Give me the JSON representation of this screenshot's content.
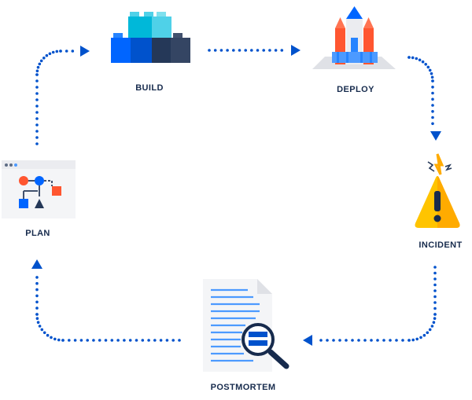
{
  "stages": {
    "build": "BUILD",
    "deploy": "DEPLOY",
    "incident": "INCIDENT",
    "postmortem": "POSTMORTEM",
    "plan": "PLAN"
  },
  "colors": {
    "arrow": "#0052cc",
    "label": "#172b4d",
    "warning": "#ffab00",
    "build_blue": "#0052cc",
    "build_teal": "#00b8d9",
    "build_navy": "#253858",
    "rocket_red": "#ff5630",
    "plan_red": "#ff5630",
    "plan_blue": "#0065ff"
  },
  "icons": {
    "build": "building-blocks-icon",
    "deploy": "rocket-icon",
    "incident": "warning-icon",
    "postmortem": "document-magnifier-icon",
    "plan": "flowchart-icon"
  }
}
